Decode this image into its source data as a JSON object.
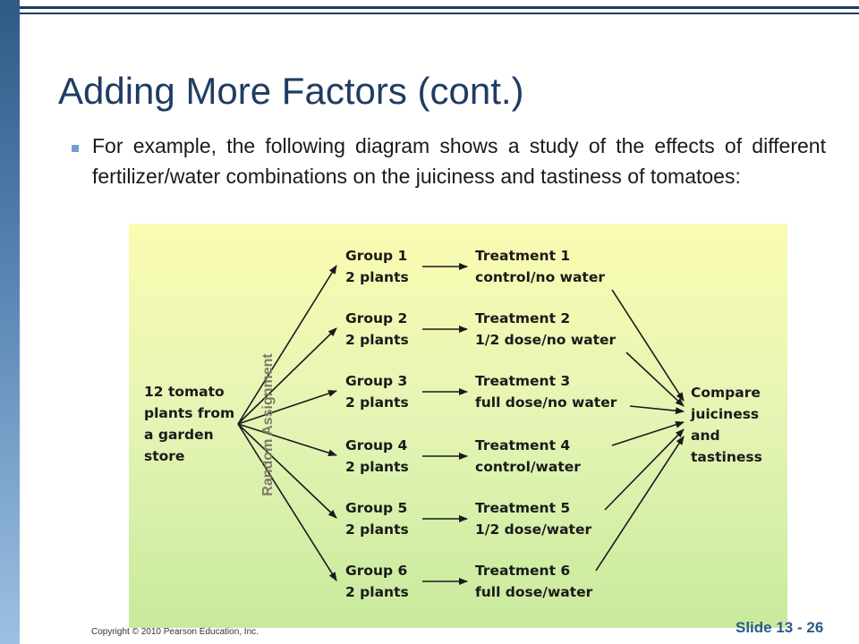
{
  "slide": {
    "title": "Adding More Factors (cont.)",
    "bullet": "For example, the following diagram shows a study of the effects of different fertilizer/water combinations on the juiciness and tastiness of tomatoes:",
    "copyright": "Copyright © 2010 Pearson Education, Inc.",
    "slide_number": "Slide 13 - 26"
  },
  "diagram": {
    "source": [
      "12 tomato",
      "plants from",
      "a garden",
      "store"
    ],
    "assignment_label": "Random Assignment",
    "groups": [
      {
        "name": "Group 1",
        "size": "2 plants",
        "treatment": "Treatment 1",
        "condition": "control/no water"
      },
      {
        "name": "Group 2",
        "size": "2 plants",
        "treatment": "Treatment 2",
        "condition": "1/2 dose/no water"
      },
      {
        "name": "Group 3",
        "size": "2 plants",
        "treatment": "Treatment 3",
        "condition": "full dose/no water"
      },
      {
        "name": "Group 4",
        "size": "2 plants",
        "treatment": "Treatment 4",
        "condition": "control/water"
      },
      {
        "name": "Group 5",
        "size": "2 plants",
        "treatment": "Treatment 5",
        "condition": "1/2 dose/water"
      },
      {
        "name": "Group 6",
        "size": "2 plants",
        "treatment": "Treatment 6",
        "condition": "full dose/water"
      }
    ],
    "outcome": [
      "Compare",
      "juiciness",
      "and",
      "tastiness"
    ]
  }
}
